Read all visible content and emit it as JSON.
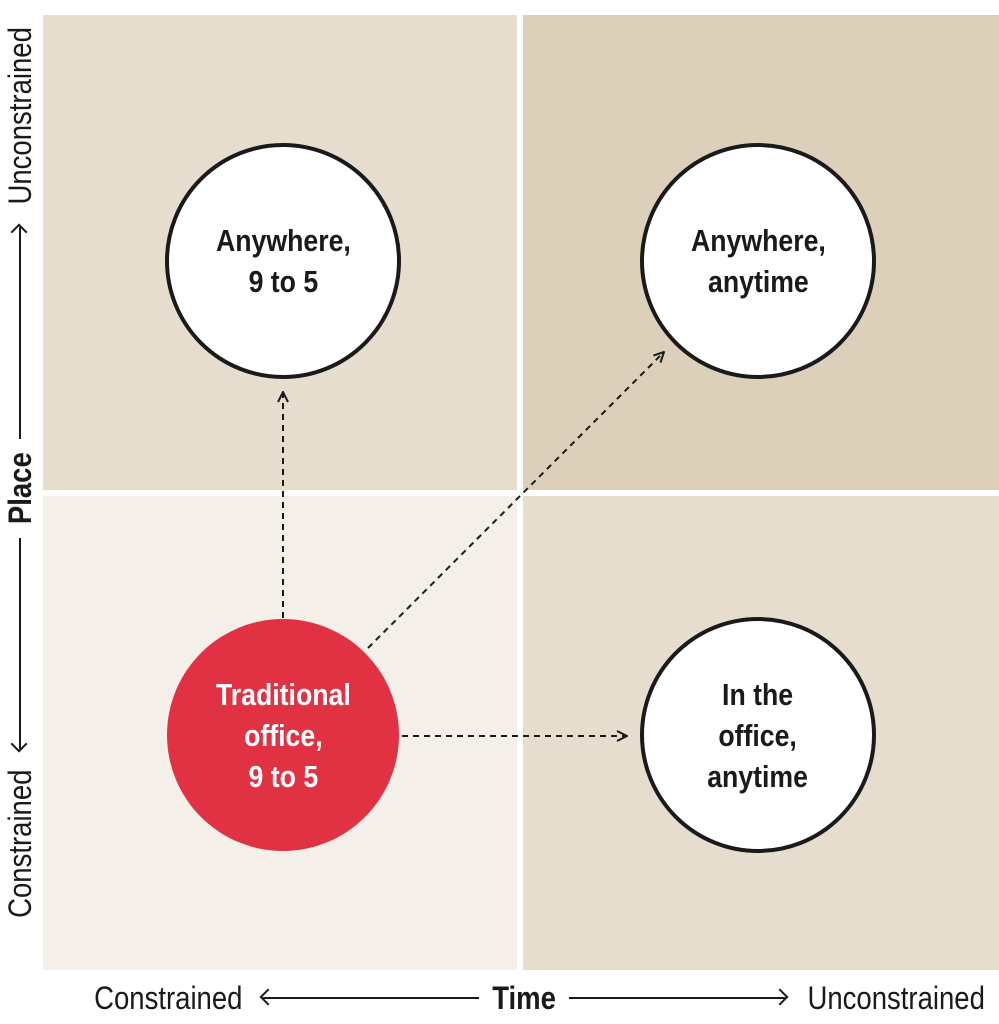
{
  "quadrants": {
    "top_left": {
      "label": "Anywhere,\n9 to 5",
      "color": "#e7ddcf"
    },
    "top_right": {
      "label": "Anywhere,\nanytime",
      "color": "#dcd0bb"
    },
    "bottom_left": {
      "label": "Traditional\noffice,\n9 to 5",
      "color": "#f4efe9"
    },
    "bottom_right": {
      "label": "In the\noffice,\nanytime",
      "color": "#e7ddcf"
    }
  },
  "x_axis": {
    "title": "Time",
    "low": "Constrained",
    "high": "Unconstrained"
  },
  "y_axis": {
    "title": "Place",
    "low": "Constrained",
    "high": "Unconstrained"
  },
  "colors": {
    "highlight": "#e03243",
    "ink": "#1a1a1a"
  }
}
